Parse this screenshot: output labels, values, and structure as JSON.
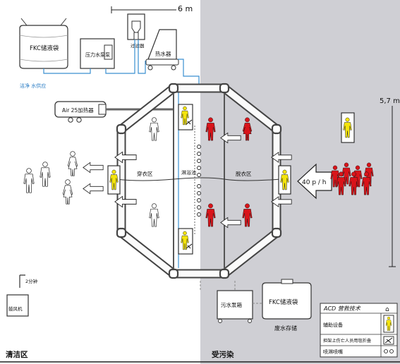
{
  "colors": {
    "contaminated_bg": "#cfcfd4",
    "clean_bg": "#ffffff",
    "water_blue": "#3a8fd0",
    "person_red": "#d9141a",
    "person_yellow": "#f4e40c",
    "wall": "#333333"
  },
  "header": {
    "width_label": "6 m",
    "height_label": "5,7 m"
  },
  "zones": {
    "clean": "清洁区",
    "contaminated": "受污染"
  },
  "equipment": {
    "fkc_supply_bag": "FKC储液袋",
    "water_supply_note": "洁净 水供应",
    "pressure_pump": "压力水泵泵",
    "filter": "过滤器",
    "water_heater": "热水器",
    "air_heater": "Air 25加热器",
    "blower": "鼓风机",
    "blower_timer": "2分钟",
    "waste_pump": "污水泵箱",
    "fkc_waste_bag": "FKC储液袋",
    "waste_storage": "废水存储"
  },
  "areas": {
    "dress_area": "穿衣区",
    "shower_area": "淋浴池",
    "undress_area": "脱衣区"
  },
  "flow": {
    "rate": "40 p / h"
  },
  "legend": {
    "title": "ACD 营救技术",
    "items": [
      {
        "label": "辅助设备",
        "icon": "yellow-person-icon"
      },
      {
        "label": "担架上伤亡人员用毯折叠",
        "icon": "stretcher-icon"
      },
      {
        "label": "喷淋喷嘴",
        "icon": "nozzle-icon"
      }
    ]
  }
}
